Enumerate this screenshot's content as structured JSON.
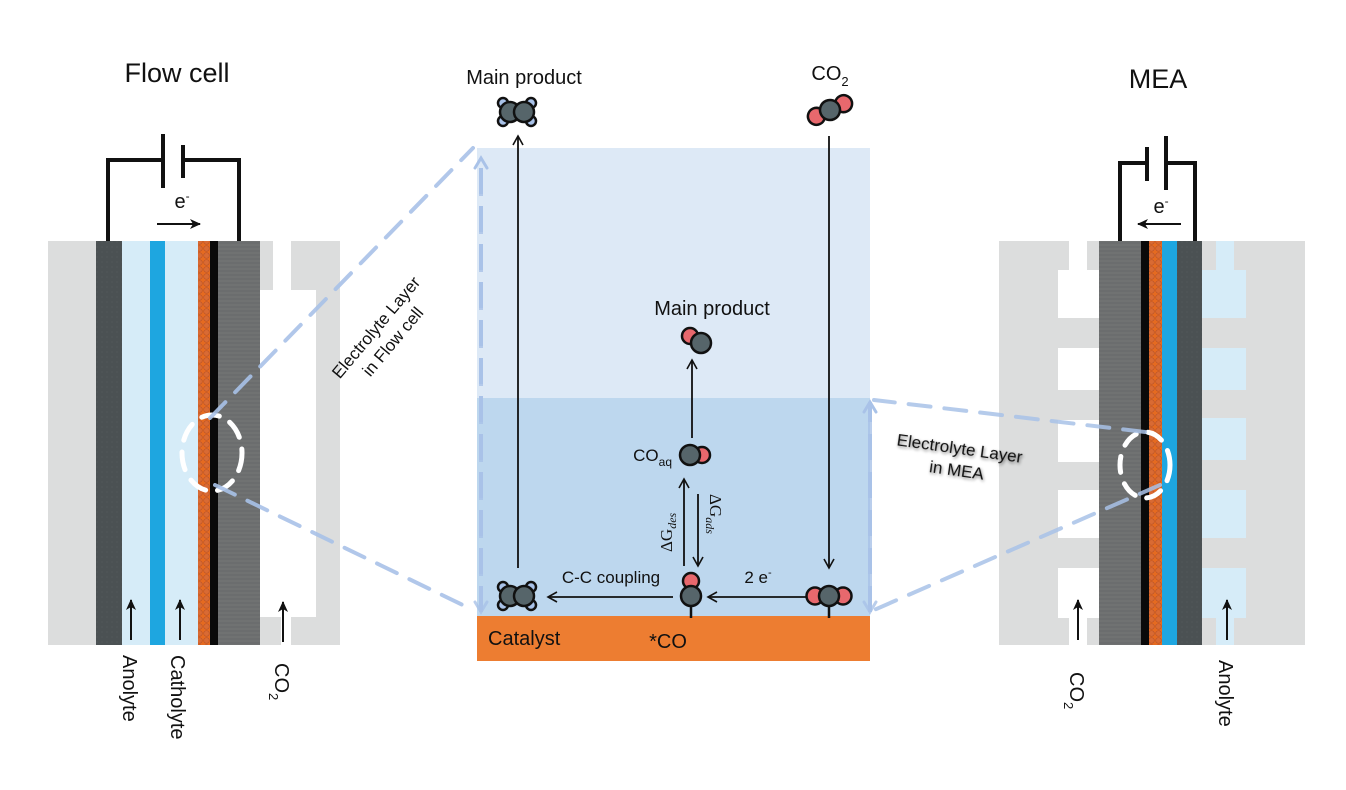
{
  "flow_cell": {
    "title": "Flow cell",
    "electron": "e",
    "electron_sup": "-",
    "inlets": {
      "anolyte": "Anolyte",
      "catholyte": "Catholyte",
      "co2": "CO",
      "co2_sub": "2"
    },
    "zoom_label_line1": "Electrolyte Layer",
    "zoom_label_line2": "in Flow cell"
  },
  "mea": {
    "title": "MEA",
    "electron": "e",
    "electron_sup": "-",
    "inlets": {
      "co2": "CO",
      "co2_sub": "2",
      "anolyte": "Anolyte"
    },
    "zoom_label_line1": "Electrolyte Layer",
    "zoom_label_line2": "in MEA"
  },
  "mechanism": {
    "top_product_label": "Main product",
    "top_reactant_label": "CO",
    "top_reactant_sub": "2",
    "mid_product_label": "Main product",
    "co_aq_label": "CO",
    "co_aq_sub": "aq",
    "dg_des": "ΔG",
    "dg_des_sub": "des",
    "dg_ads": "ΔG",
    "dg_ads_sub": "ads",
    "cc_coupling": "C-C coupling",
    "two_e": "2 e",
    "two_e_sup": "-",
    "catalyst": "Catalyst",
    "adsorbed_co": "*CO"
  },
  "colors": {
    "carbon": "#56656a",
    "oxygen": "#e8686d",
    "hydrogen": "#a9c2e8",
    "catalyst_orange": "#ed7d31",
    "electrolyte_light": "#dde9f6",
    "electrolyte_dark": "#bdd7ee",
    "membrane_blue": "#1ea6e0",
    "catholyte_light": "#d6ecf8",
    "frame_grey": "#dcdddd",
    "gde_grey": "#6a6c6d",
    "electrode_dark": "#4a5052",
    "dashed_blue": "#a9c2e8"
  }
}
